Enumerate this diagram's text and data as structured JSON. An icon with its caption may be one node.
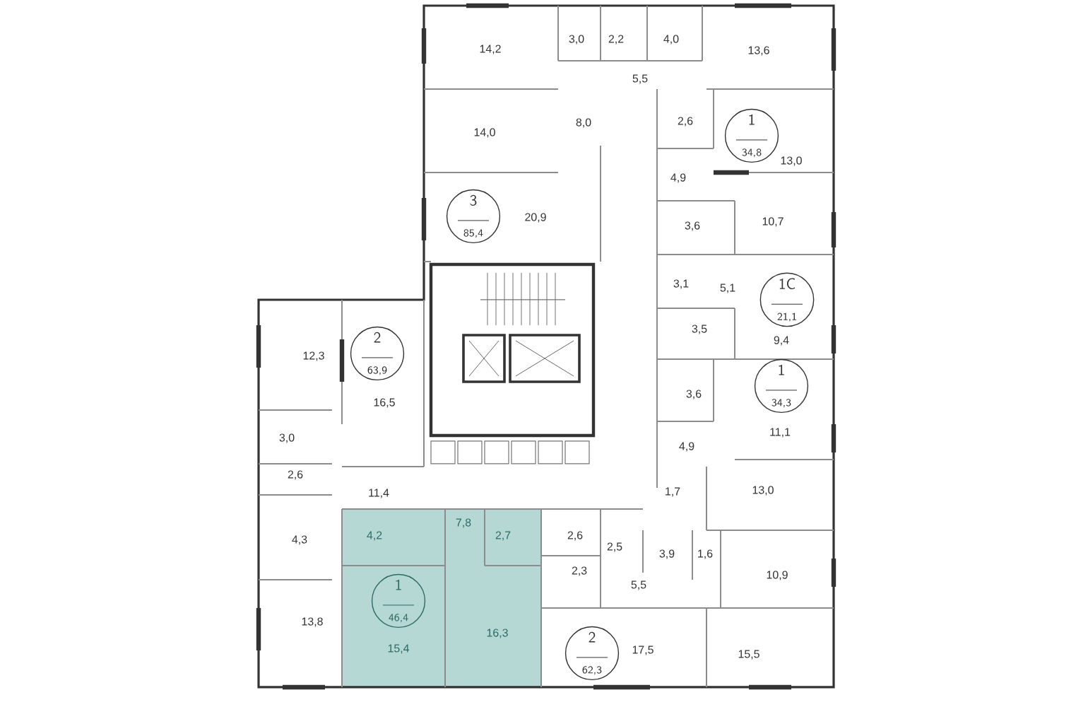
{
  "diagram": {
    "nodes": [
      {
        "text": [
          "1",
          "34,8"
        ]
      },
      {
        "text": [
          "3",
          "85,4"
        ]
      },
      {
        "text": [
          "1C",
          "21,1"
        ]
      },
      {
        "text": [
          "2",
          "63,9"
        ]
      },
      {
        "text": [
          "1",
          "34,3"
        ]
      },
      {
        "text": [
          "1",
          "46,4"
        ]
      },
      {
        "text": [
          "2",
          "62,3"
        ]
      }
    ],
    "labels": [
      "14,2",
      "3,0",
      "2,2",
      "4,0",
      "13,6",
      "5,5",
      "14,0",
      "8,0",
      "2,6",
      "13,0",
      "4,9",
      "20,9",
      "3,6",
      "10,7",
      "3,1",
      "5,1",
      "3,5",
      "9,4",
      "12,3",
      "16,5",
      "3,6",
      "11,1",
      "3,0",
      "4,9",
      "2,6",
      "11,4",
      "1,7",
      "13,0",
      "7,8",
      "4,2",
      "2,7",
      "2,6",
      "4,3",
      "2,5",
      "3,9",
      "1,6",
      "2,3",
      "10,9",
      "5,5",
      "13,8",
      "16,3",
      "15,4",
      "17,5",
      "15,5"
    ]
  }
}
